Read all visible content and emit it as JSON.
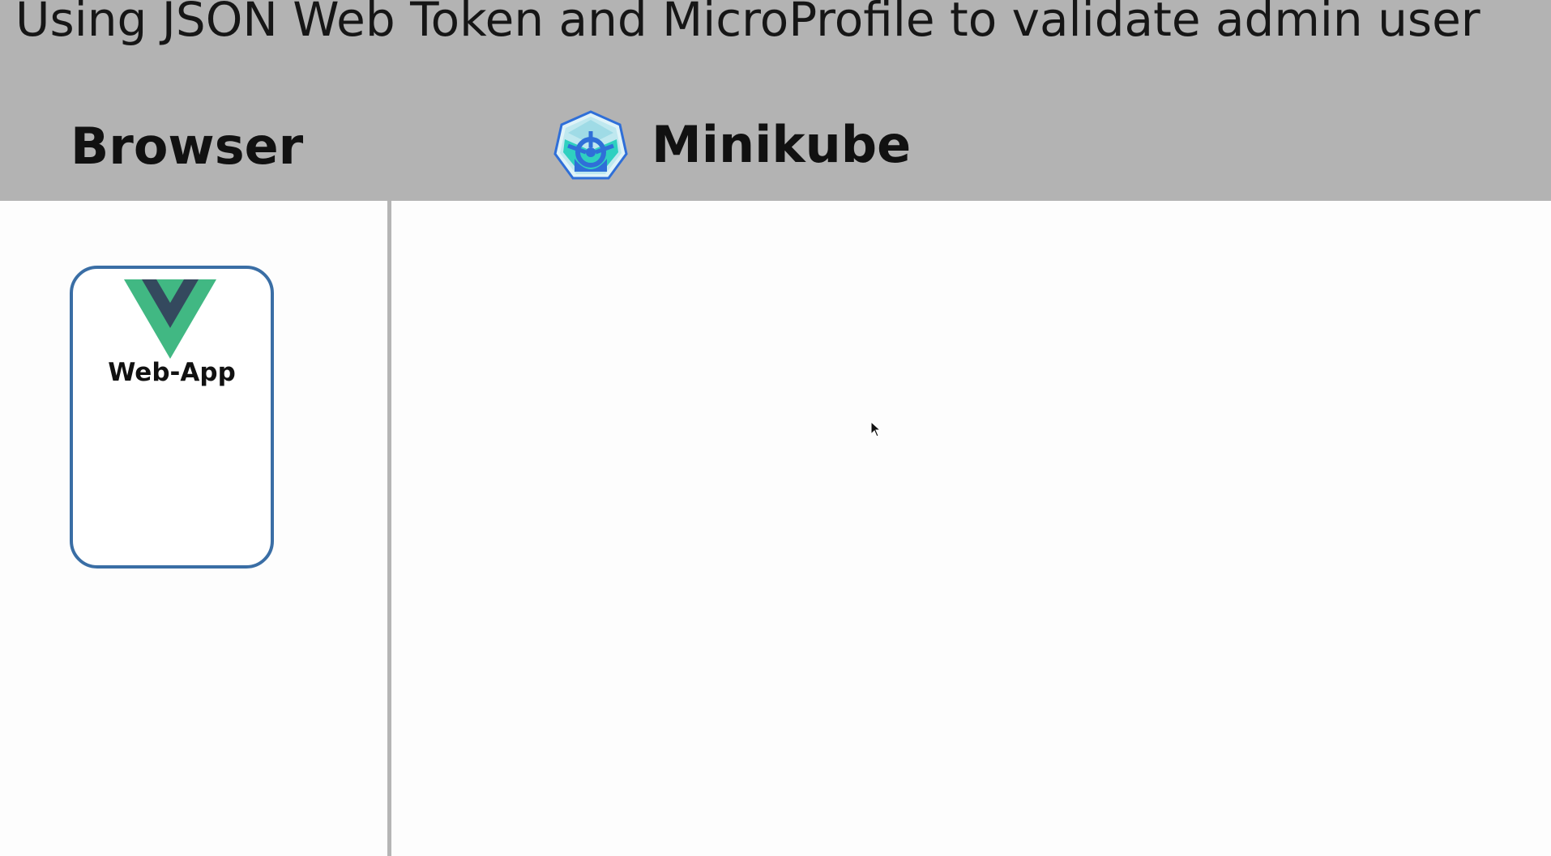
{
  "title": "Using JSON Web Token and MicroProfile to validate admin user",
  "columns": {
    "browser": {
      "label": "Browser"
    },
    "minikube": {
      "label": "Minikube",
      "icon": "kubernetes-helm-icon"
    }
  },
  "components": {
    "web_app": {
      "label": "Web-App",
      "icon": "vue-logo-icon"
    }
  },
  "colors": {
    "header_band": "#b3b3b3",
    "card_border": "#3a6ea5",
    "divider": "#b5b5b5",
    "vue_green": "#41b883",
    "vue_dark": "#34495e",
    "kube_blue": "#326ce5"
  }
}
